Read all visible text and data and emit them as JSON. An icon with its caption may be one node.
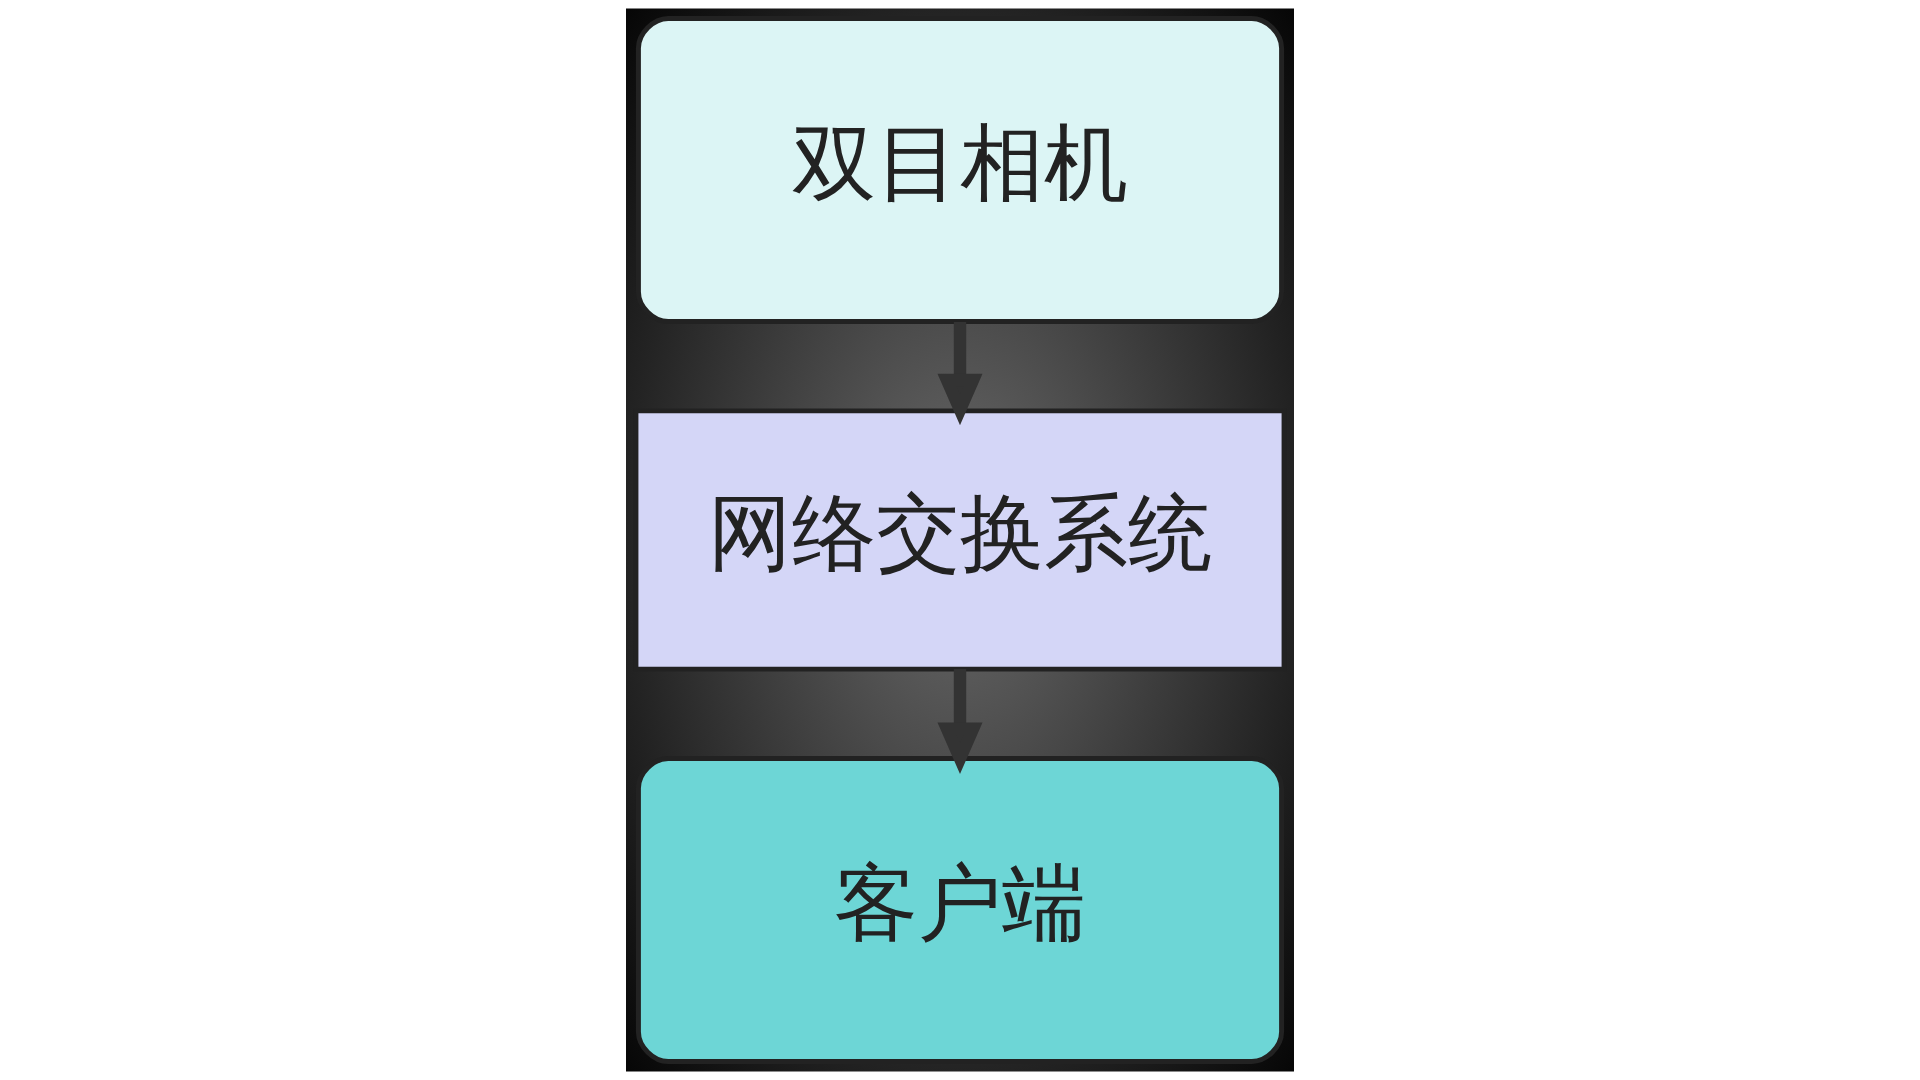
{
  "diagram": {
    "nodes": [
      {
        "text": [
          "双目相机"
        ]
      },
      {
        "text": [
          "网络交换系统"
        ]
      },
      {
        "text": [
          "客户端"
        ]
      }
    ],
    "edges": [
      {
        "from": 0,
        "to": 1,
        "arrow": "to"
      },
      {
        "from": 1,
        "to": 2,
        "arrow": "to"
      }
    ]
  }
}
